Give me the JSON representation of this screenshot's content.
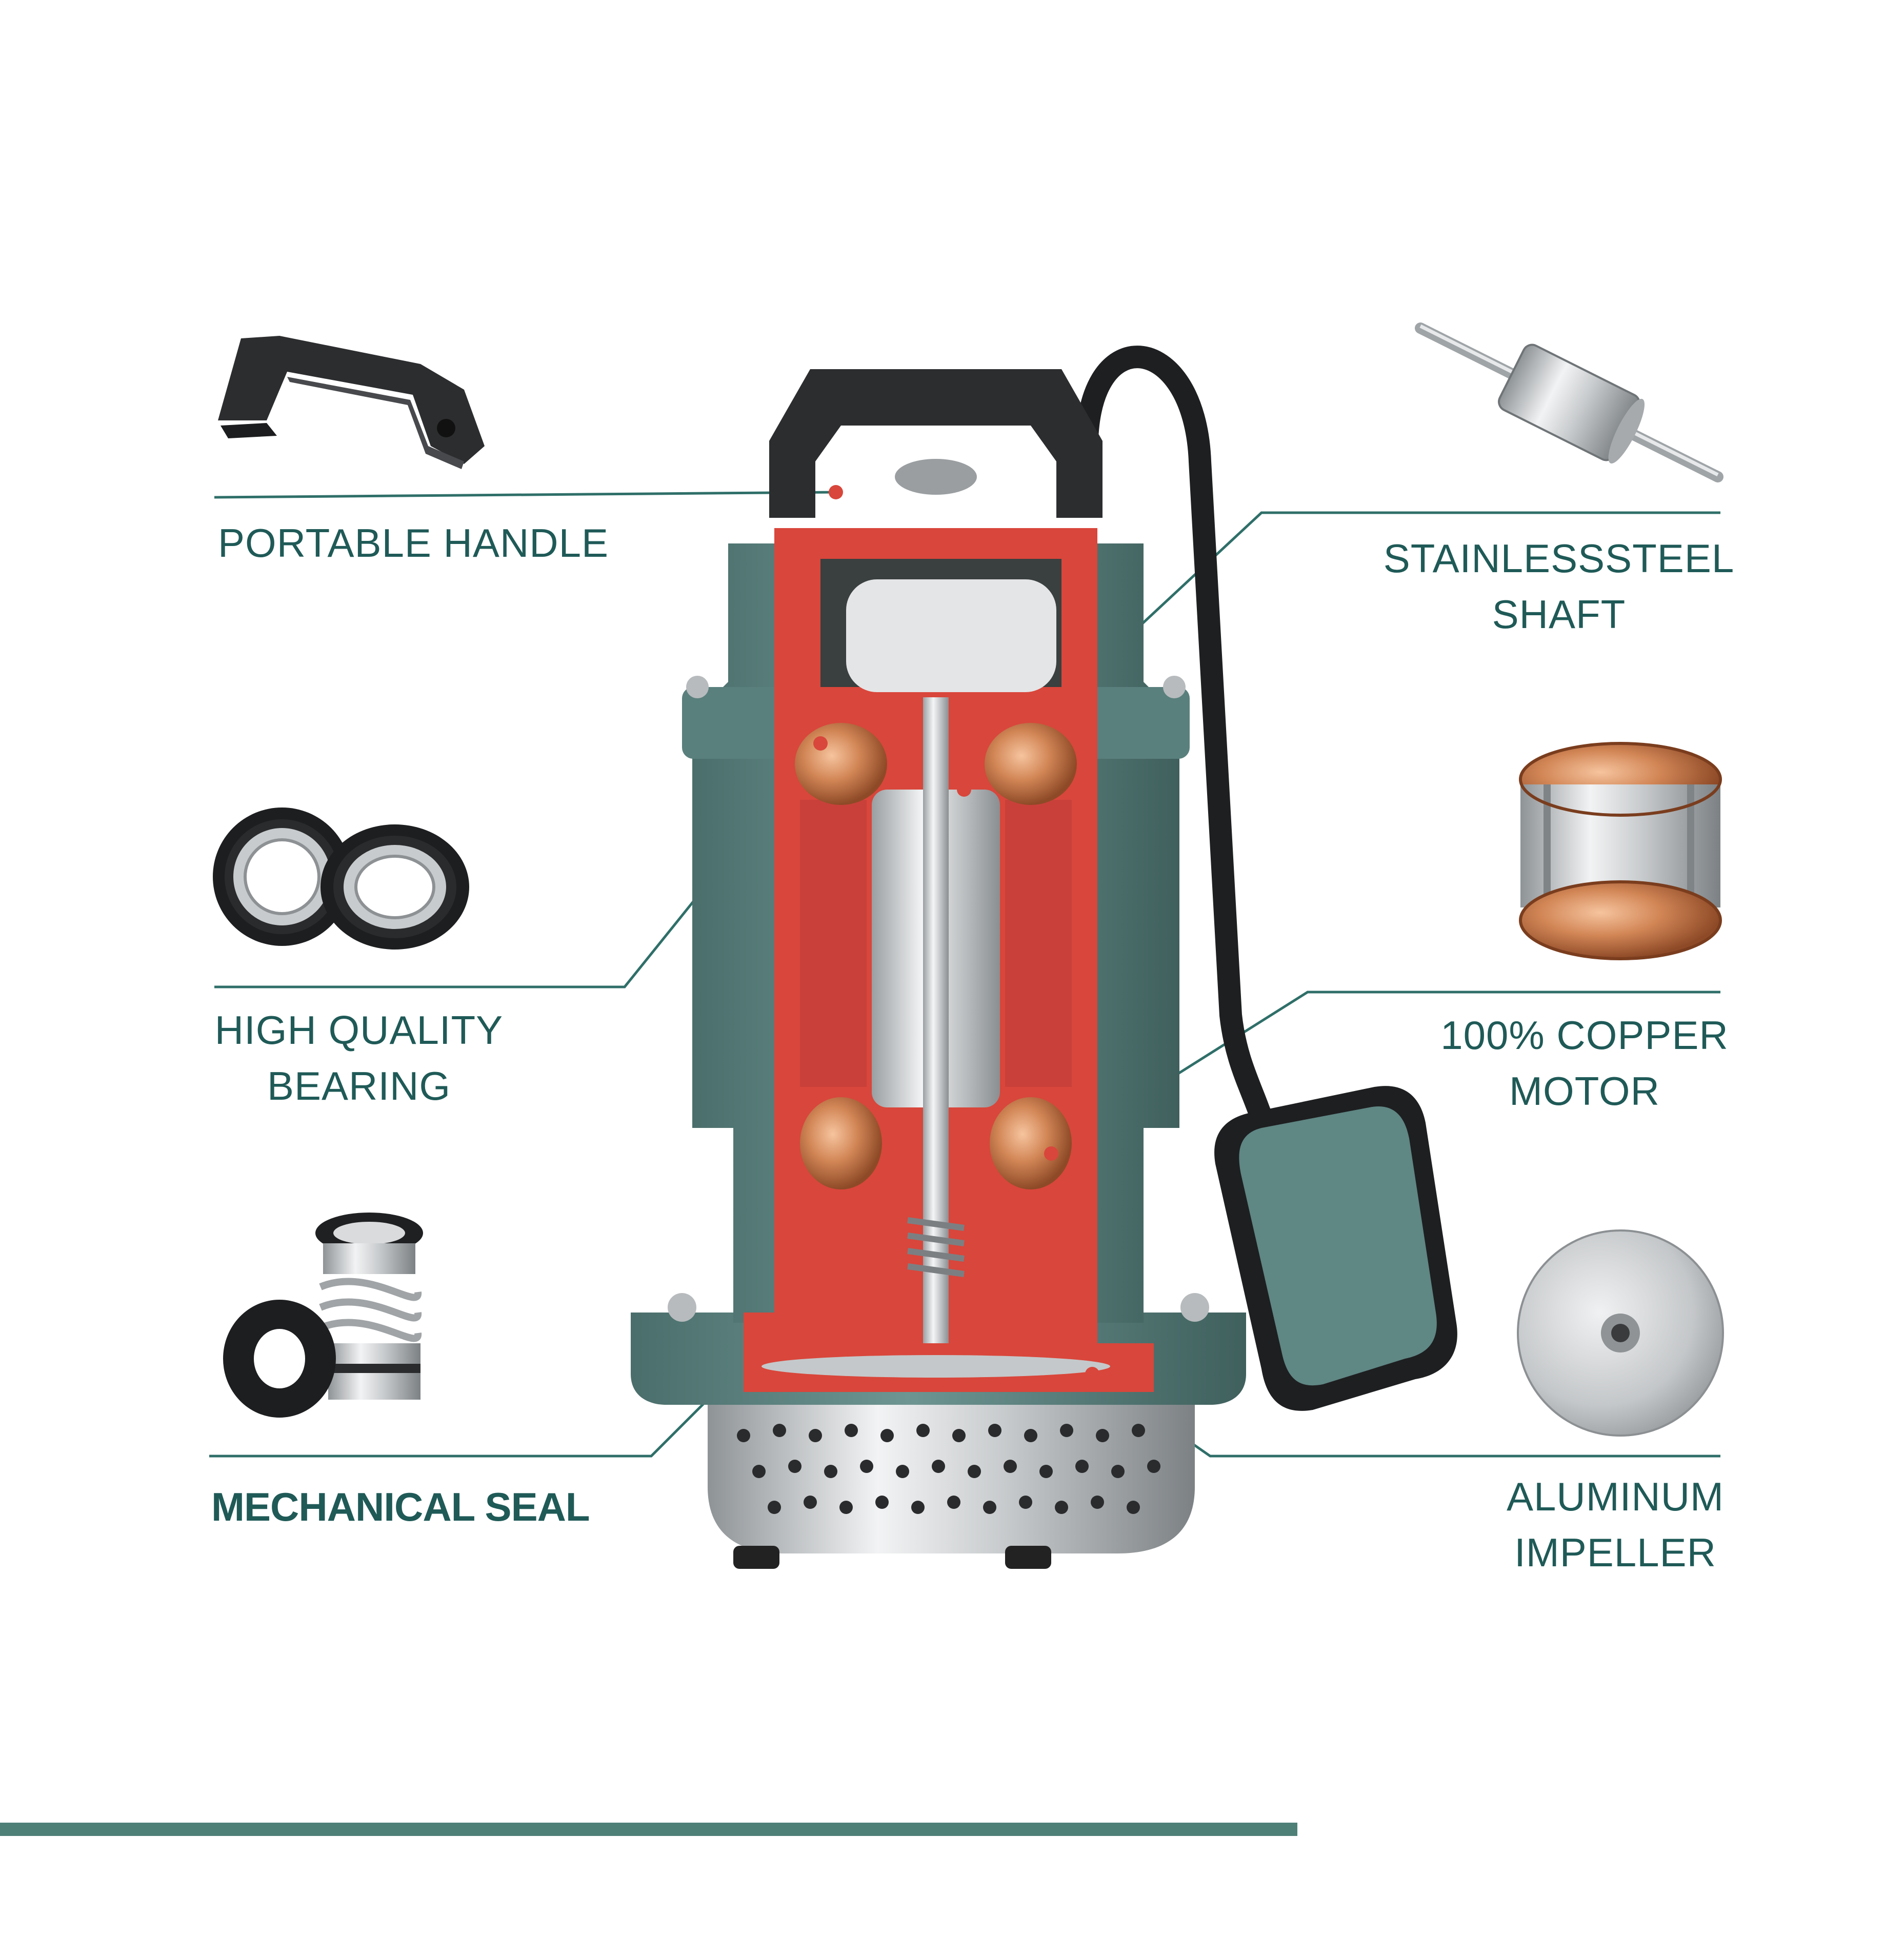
{
  "colors": {
    "accent": "#1f5a57",
    "leader_line": "#2f6f69",
    "pump_body": "#5f8784",
    "cutaway_red": "#d9463b",
    "copper": "#c87a4e",
    "steel": "#b9bdc0",
    "handle_black": "#2c2d2f",
    "bottom_bar": "#4e8078"
  },
  "labels": {
    "handle": {
      "line1": "PORTABLE HANDLE"
    },
    "shaft": {
      "line1": "STAINLESSSTEEL",
      "line2": "SHAFT"
    },
    "bearing": {
      "line1": "HIGH QUALITY",
      "line2": "BEARING"
    },
    "motor": {
      "line1": "100% COPPER",
      "line2": "MOTOR"
    },
    "seal": {
      "line1": "MECHANICAL SEAL"
    },
    "impeller": {
      "line1": "ALUMINUM",
      "line2": "IMPELLER"
    }
  },
  "icons": {
    "handle": "portable-handle-part-icon",
    "shaft": "stainless-steel-shaft-part-icon",
    "bearing": "ball-bearing-pair-icon",
    "motor": "copper-stator-icon",
    "seal": "mechanical-seal-icon",
    "impeller": "aluminum-impeller-disc-icon",
    "float": "float-switch-icon",
    "pump": "submersible-pump-cutaway"
  }
}
